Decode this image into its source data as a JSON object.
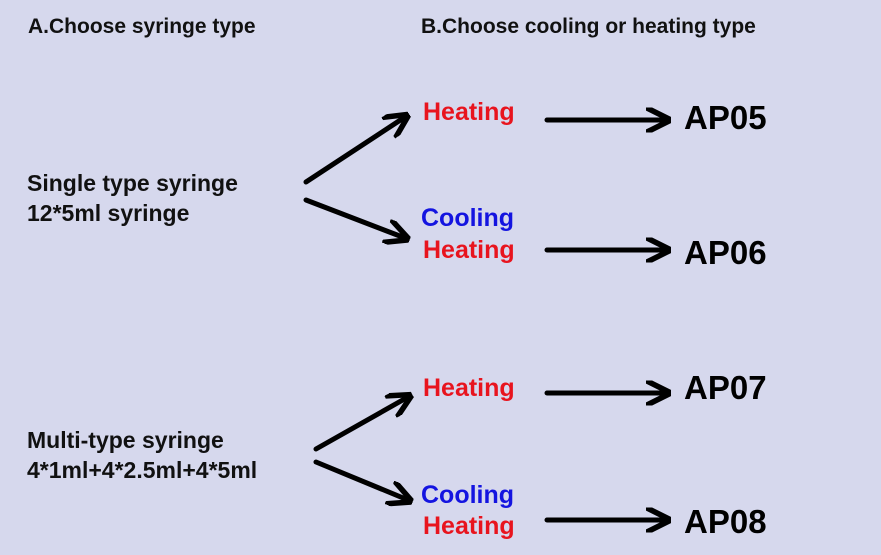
{
  "headers": {
    "a": "A.Choose syringe type",
    "b": "B.Choose cooling or heating type"
  },
  "groups": [
    {
      "syringe_line1": "Single type syringe",
      "syringe_line2": "12*5ml syringe",
      "options": [
        {
          "heating": "Heating",
          "model": "AP05"
        },
        {
          "cooling": "Cooling",
          "heating": "Heating",
          "model": "AP06"
        }
      ]
    },
    {
      "syringe_line1": "Multi-type syringe",
      "syringe_line2": "4*1ml+4*2.5ml+4*5ml",
      "options": [
        {
          "heating": "Heating",
          "model": "AP07"
        },
        {
          "cooling": "Cooling",
          "heating": "Heating",
          "model": "AP08"
        }
      ]
    }
  ],
  "colors": {
    "background": "#d6d8ed",
    "heating": "#e8141e",
    "cooling": "#1414e0",
    "text": "#111111"
  }
}
